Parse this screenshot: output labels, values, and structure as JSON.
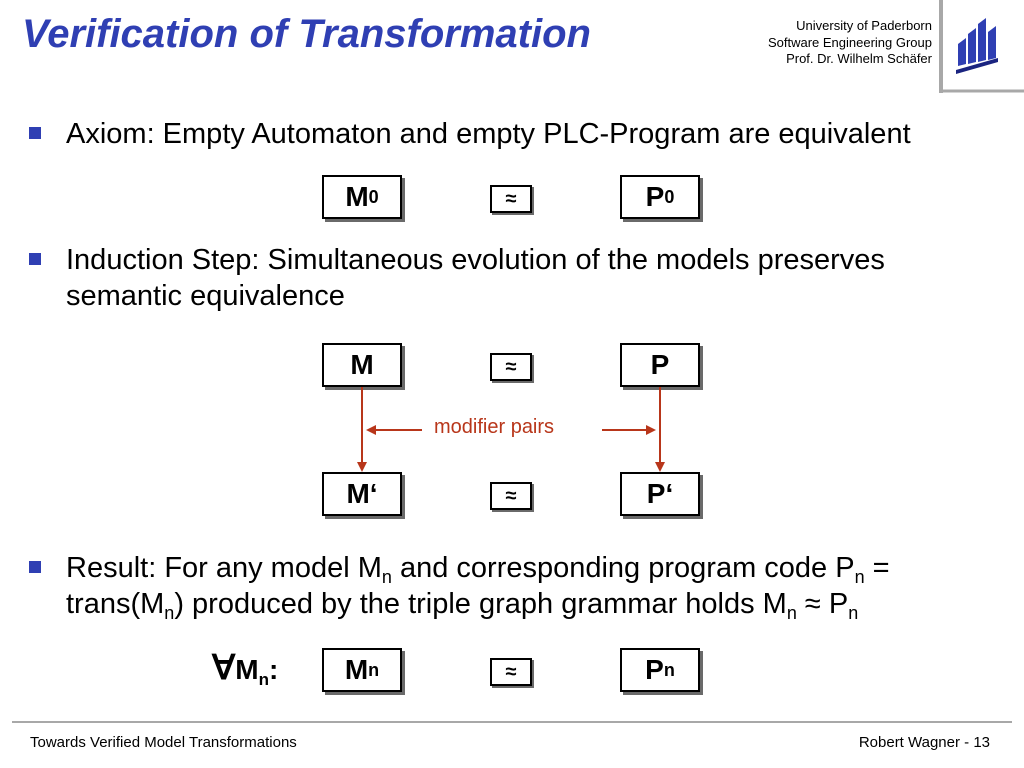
{
  "header": {
    "title": "Verification of Transformation",
    "affiliation": [
      "University of Paderborn",
      "Software Engineering Group",
      "Prof. Dr. Wilhelm Schäfer"
    ]
  },
  "bullets": [
    {
      "text": "Axiom: Empty Automaton and empty PLC-Program are equivalent"
    },
    {
      "text": "Induction Step: Simultaneous evolution of the models preserves semantic equivalence"
    },
    {
      "parts": {
        "p1": "Result: For any model M",
        "s1": "n",
        "p2": " and corresponding program code P",
        "s2": "n",
        "p3": " = trans(M",
        "s3": "n",
        "p4": ") produced by the triple graph grammar holds M",
        "s4": "n",
        "p5": " ≈ P",
        "s5": "n"
      }
    }
  ],
  "diagrams": {
    "axiom": {
      "left": "M",
      "left_sub": "0",
      "eq": "≈",
      "right": "P",
      "right_sub": "0"
    },
    "induction": {
      "top_left": "M",
      "top_eq": "≈",
      "top_right": "P",
      "label": "modifier pairs",
      "bottom_left": "M‘",
      "bottom_eq": "≈",
      "bottom_right": "P‘"
    },
    "result": {
      "forall": "∀",
      "var": "M",
      "var_sub": "n",
      "colon": ":",
      "left": "M",
      "left_sub": "n",
      "eq": "≈",
      "right": "P",
      "right_sub": "n"
    }
  },
  "footer": {
    "left": "Towards Verified Model Transformations",
    "right": "Robert Wagner - 13"
  },
  "colors": {
    "title": "#2f3fb3",
    "arrow": "#b8361a"
  }
}
